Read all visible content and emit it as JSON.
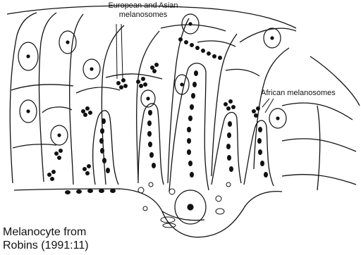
{
  "labels": {
    "european_asian": [
      "European and Asian",
      "melanosomes"
    ],
    "african": "African melanosomes",
    "caption": [
      "Melanocyte from",
      "Robins (1991:11)"
    ]
  },
  "colors": {
    "ink": "#111111",
    "paper": "#ffffff"
  }
}
